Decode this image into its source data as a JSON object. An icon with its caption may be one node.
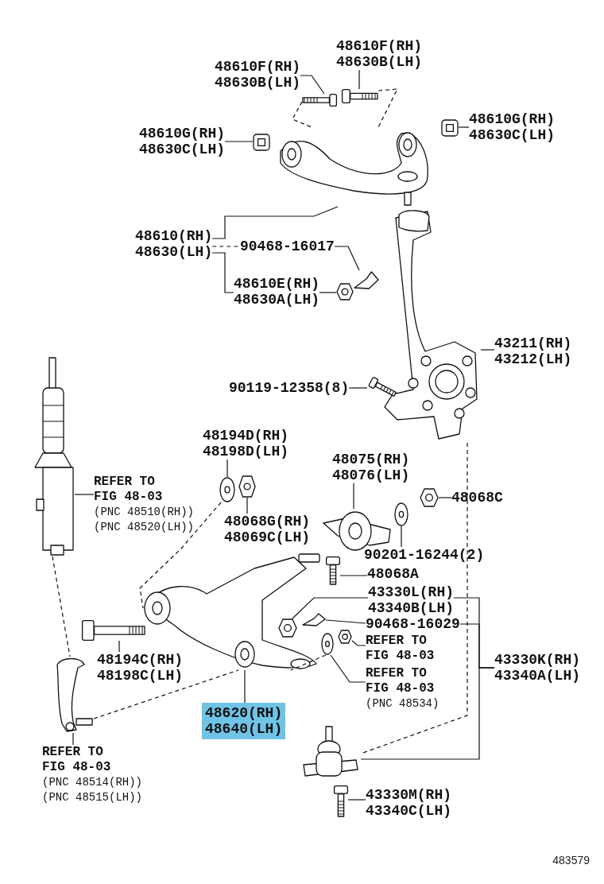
{
  "diagram": {
    "nodes": [
      {
        "text": [
          "48610F(RH)",
          "48630B(LH)"
        ]
      },
      {
        "text": [],
        "shape": "picture"
      },
      {
        "text": [
          "48610F(RH)",
          "48630B(LH)"
        ]
      },
      {
        "text": [],
        "shape": "picture"
      },
      {
        "text": [
          "48610G(RH)",
          "48630C(LH)"
        ]
      },
      {
        "text": [],
        "shape": "picture"
      },
      {
        "text": [
          "48610G(RH)",
          "48630C(LH)"
        ]
      },
      {
        "text": [],
        "shape": "picture"
      },
      {
        "text": [],
        "shape": "picture"
      },
      {
        "text": [
          "48610(RH)",
          "48630(LH)"
        ]
      },
      {
        "text": [
          "90468-16017"
        ]
      },
      {
        "text": [],
        "shape": "picture"
      },
      {
        "text": [
          "48610E(RH)",
          "48630A(LH)"
        ]
      },
      {
        "text": [],
        "shape": "picture"
      },
      {
        "text": [],
        "shape": "picture"
      },
      {
        "text": [
          "43211(RH)",
          "43212(LH)"
        ]
      },
      {
        "text": [
          "90119-12358(8)"
        ]
      },
      {
        "text": [],
        "shape": "picture"
      },
      {
        "text": [],
        "shape": "picture"
      },
      {
        "text": [
          "48194D(RH)",
          "48198D(LH)"
        ]
      },
      {
        "text": [
          "48075(RH)",
          "48076(LH)"
        ]
      },
      {
        "text": [
          "REFER TO",
          "FIG 48-03",
          "(PNC 48510(RH))",
          "(PNC 48520(LH))"
        ]
      },
      {
        "text": [],
        "shape": "picture"
      },
      {
        "text": [],
        "shape": "picture"
      },
      {
        "text": [
          "48068C"
        ]
      },
      {
        "text": [],
        "shape": "picture"
      },
      {
        "text": [],
        "shape": "picture"
      },
      {
        "text": [],
        "shape": "picture"
      },
      {
        "text": [
          "48068G(RH)",
          "48069C(LH)"
        ]
      },
      {
        "text": [
          "90201-16244(2)"
        ]
      },
      {
        "text": [
          "48068A"
        ]
      },
      {
        "text": [],
        "shape": "picture"
      },
      {
        "text": [],
        "shape": "picture"
      },
      {
        "text": [
          "43330L(RH)",
          "43340B(LH)"
        ]
      },
      {
        "text": [
          "90468-16029"
        ]
      },
      {
        "text": [],
        "shape": "picture"
      },
      {
        "text": [],
        "shape": "picture"
      },
      {
        "text": [
          "REFER TO",
          "FIG 48-03"
        ]
      },
      {
        "text": [],
        "shape": "picture"
      },
      {
        "text": [],
        "shape": "picture"
      },
      {
        "text": [],
        "shape": "picture"
      },
      {
        "text": [
          "48194C(RH)",
          "48198C(LH)"
        ]
      },
      {
        "text": [
          "43330K(RH)",
          "43340A(LH)"
        ]
      },
      {
        "text": [
          "REFER TO",
          "FIG 48-03",
          "(PNC 48534)"
        ]
      },
      {
        "text": [],
        "shape": "picture"
      },
      {
        "text": [
          "48620(RH)",
          "48640(LH)"
        ]
      },
      {
        "text": [],
        "shape": "picture"
      },
      {
        "text": [
          "REFER TO",
          "FIG 48-03",
          "(PNC 48514(RH))",
          "(PNC 48515(LH))"
        ]
      },
      {
        "text": [
          "43330M(RH)",
          "43340C(LH)"
        ]
      },
      {
        "text": [],
        "shape": "picture"
      }
    ],
    "edges": [
      {
        "from": 0,
        "to": 1,
        "arrow": "none"
      },
      {
        "from": 2,
        "to": 3,
        "arrow": "none"
      },
      {
        "from": 4,
        "to": 5,
        "arrow": "none"
      },
      {
        "from": 6,
        "to": 7,
        "arrow": "none"
      },
      {
        "from": 9,
        "to": 8,
        "arrow": "none"
      },
      {
        "from": 9,
        "to": 12,
        "arrow": "none"
      },
      {
        "from": 9,
        "to": 10,
        "arrow": "none",
        "style": "dashed"
      },
      {
        "from": 10,
        "to": 11,
        "arrow": "none"
      },
      {
        "from": 12,
        "to": 13,
        "arrow": "none"
      },
      {
        "from": 15,
        "to": 14,
        "arrow": "none"
      },
      {
        "from": 16,
        "to": 17,
        "arrow": "none"
      },
      {
        "from": 21,
        "to": 18,
        "arrow": "none"
      },
      {
        "from": 19,
        "to": 22,
        "arrow": "none"
      },
      {
        "from": 28,
        "to": 23,
        "arrow": "none"
      },
      {
        "from": 20,
        "to": 26,
        "arrow": "none"
      },
      {
        "from": 24,
        "to": 25,
        "arrow": "none"
      },
      {
        "from": 29,
        "to": 27,
        "arrow": "none"
      },
      {
        "from": 30,
        "to": 31,
        "arrow": "none"
      },
      {
        "from": 33,
        "to": 35,
        "arrow": "none"
      },
      {
        "from": 34,
        "to": 36,
        "arrow": "none"
      },
      {
        "from": 37,
        "to": 38,
        "arrow": "none"
      },
      {
        "from": 43,
        "to": 39,
        "arrow": "none"
      },
      {
        "from": 42,
        "to": 33,
        "arrow": "none"
      },
      {
        "from": 42,
        "to": 34,
        "arrow": "none"
      },
      {
        "from": 42,
        "to": 46,
        "arrow": "none"
      },
      {
        "from": 41,
        "to": 40,
        "arrow": "none"
      },
      {
        "from": 45,
        "to": 32,
        "arrow": "none"
      },
      {
        "from": 47,
        "to": 44,
        "arrow": "none"
      },
      {
        "from": 48,
        "to": 49,
        "arrow": "none"
      },
      {
        "from": 14,
        "to": 46,
        "arrow": "none",
        "style": "dashed"
      },
      {
        "from": 18,
        "to": 44,
        "arrow": "none",
        "style": "dashed"
      },
      {
        "from": 22,
        "to": 32,
        "arrow": "none",
        "style": "dashed"
      },
      {
        "from": 44,
        "to": 32,
        "arrow": "none",
        "style": "dashed"
      },
      {
        "from": 3,
        "to": 8,
        "arrow": "none",
        "style": "dashed"
      },
      {
        "from": 1,
        "to": 8,
        "arrow": "none",
        "style": "dashed"
      },
      {
        "from": 39,
        "to": 32,
        "arrow": "none",
        "style": "dashed"
      }
    ],
    "labels": [
      "483579"
    ]
  }
}
